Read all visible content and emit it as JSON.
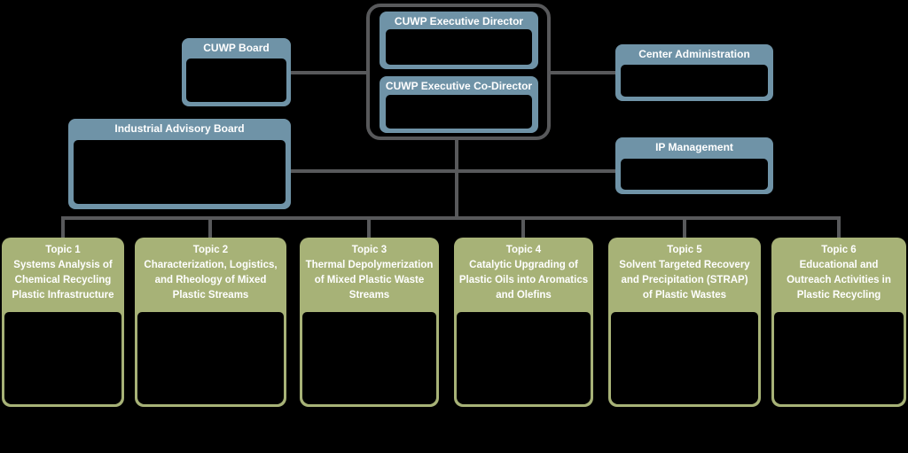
{
  "colors": {
    "background": "#000000",
    "org_box_blue": "#6F93A7",
    "topic_box_green": "#A7B277",
    "connector_gray": "#58595B",
    "text_white": "#FFFFFF",
    "box_body_fill": "#000000"
  },
  "org": {
    "executive_director": {
      "title": "CUWP Executive Director"
    },
    "executive_co_director": {
      "title": "CUWP Executive Co-Director"
    },
    "cuwp_board": {
      "title": "CUWP Board"
    },
    "center_administration": {
      "title": "Center Administration"
    },
    "industrial_advisory_board": {
      "title": "Industrial Advisory Board"
    },
    "ip_management": {
      "title": "IP Management"
    },
    "topics": [
      {
        "label": "Topic 1",
        "description": "Systems Analysis of\nChemical Recycling\nPlastic Infrastructure"
      },
      {
        "label": "Topic 2",
        "description": "Characterization, Logistics,\nand Rheology of Mixed\nPlastic Streams"
      },
      {
        "label": "Topic 3",
        "description": "Thermal Depolymerization\nof Mixed Plastic Waste\nStreams"
      },
      {
        "label": "Topic 4",
        "description": "Catalytic Upgrading of\nPlastic Oils into Aromatics\nand Olefins"
      },
      {
        "label": "Topic 5",
        "description": "Solvent Targeted Recovery\nand Precipitation (STRAP)\nof Plastic Wastes"
      },
      {
        "label": "Topic 6",
        "description": "Educational and\nOutreach Activities in\nPlastic Recycling"
      }
    ]
  }
}
